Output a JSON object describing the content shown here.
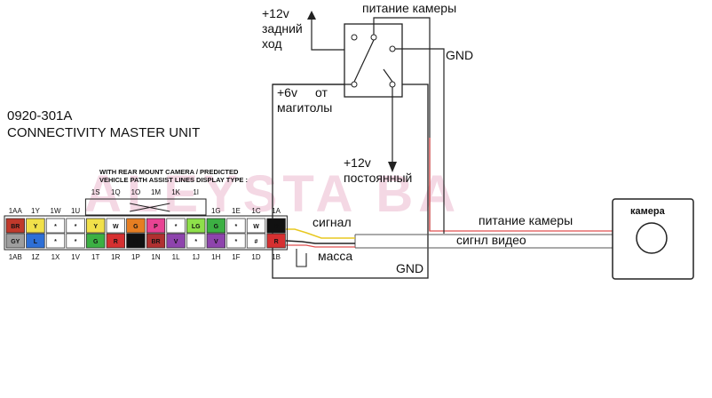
{
  "watermark": "ALEYSTA BA",
  "unit": {
    "model": "0920-301A",
    "name": "CONNECTIVITY MASTER UNIT",
    "note_line1": "WITH REAR MOUNT CAMERA / PREDICTED",
    "note_line2": "VEHICLE PATH ASSIST LINES DISPLAY TYPE :"
  },
  "labels": {
    "plus12_reverse_1": "+12v",
    "plus12_reverse_2": "задний",
    "plus12_reverse_3": "ход",
    "camera_power_top": "питание камеры",
    "gnd_top": "GND",
    "plus6_1": "+6v",
    "plus6_2": "от",
    "plus6_3": "магитолы",
    "plus12_const_1": "+12v",
    "plus12_const_2": "постоянный",
    "signal": "сигнал",
    "mass": "масса",
    "gnd_bottom": "GND",
    "camera_power_line": "питание камеры",
    "video_signal_line": "сигнл видео",
    "camera_title": "камера"
  },
  "connector": {
    "top_pins_left": [
      "1AA",
      "1Y",
      "1W",
      "1U"
    ],
    "top_pins_mid": [
      "1S",
      "1Q",
      "1O",
      "1M",
      "1K",
      "1I"
    ],
    "top_pins_right": [
      "1G",
      "1E",
      "1C",
      "1A"
    ],
    "bottom_pins": [
      "1AB",
      "1Z",
      "1X",
      "1V",
      "1T",
      "1R",
      "1P",
      "1N",
      "1L",
      "1J",
      "1H",
      "1F",
      "1D",
      "1B"
    ],
    "row1_cells": [
      "BR",
      "Y",
      "*",
      "*",
      "Y",
      "W",
      "G",
      "P",
      "*",
      "LG",
      "G",
      "*",
      "W",
      "B"
    ],
    "row2_cells": [
      "GY",
      "L",
      "*",
      "*",
      "G",
      "R",
      "B",
      "BR",
      "V",
      "*",
      "V",
      "*",
      "#",
      "R"
    ],
    "row1_colors": [
      "#c0392b",
      "#f1e04a",
      "#ffffff",
      "#ffffff",
      "#f1e04a",
      "#ffffff",
      "#e67e22",
      "#e84393",
      "#ffffff",
      "#8ee04a",
      "#3cb043",
      "#ffffff",
      "#ffffff",
      "#111111"
    ],
    "row2_colors": [
      "#9e9e9e",
      "#2e6fd6",
      "#ffffff",
      "#ffffff",
      "#3cb043",
      "#d63031",
      "#111111",
      "#b03030",
      "#8e44ad",
      "#ffffff",
      "#8e44ad",
      "#ffffff",
      "#ffffff",
      "#d63031"
    ]
  },
  "colors": {
    "wire_red": "#e05050",
    "wire_yellow": "#e8c820",
    "wire_black": "#222222"
  }
}
